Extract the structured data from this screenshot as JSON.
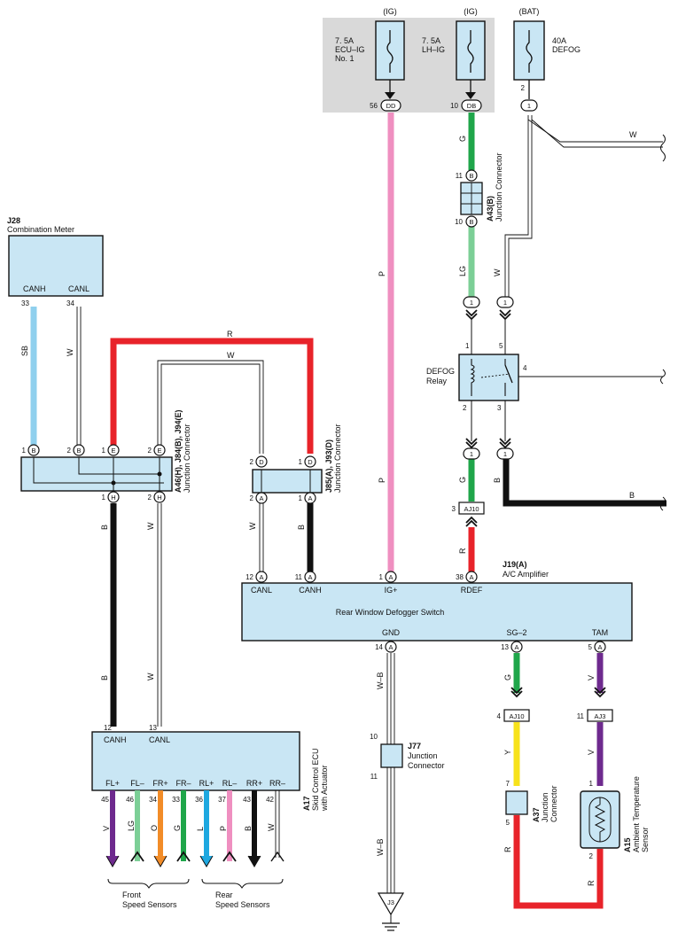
{
  "supply": {
    "ig1": "(IG)",
    "ig2": "(IG)",
    "bat": "(BAT)",
    "fuse1": [
      "7. 5A",
      "ECU–IG",
      "No. 1"
    ],
    "fuse2": [
      "7. 5A",
      "LH–IG"
    ],
    "fuse3": [
      "40A",
      "DEFOG"
    ],
    "pin_56": "56",
    "conn_dd": "DD",
    "pin_10": "10",
    "conn_db": "DB",
    "pin_2": "2",
    "conn_1": "1"
  },
  "combination_meter": {
    "code": "J28",
    "name": "Combination Meter",
    "canh": "CANH",
    "canl": "CANL",
    "pin_canh": "33",
    "pin_canl": "34"
  },
  "junction_a43": {
    "code": "A43(B)",
    "name": "Junction Connector",
    "pin_top": "11",
    "pin_bottom": "10",
    "letter": "B"
  },
  "defog_relay": {
    "name": [
      "DEFOG",
      "Relay"
    ],
    "pin1": "1",
    "pin2": "2",
    "pin3": "3",
    "pin4": "4",
    "pin5": "5"
  },
  "junction_a46": {
    "code": "A46(H), J84(B), J94(E)",
    "name": "Junction Connector",
    "top_pins": [
      {
        "n": "1",
        "c": "B"
      },
      {
        "n": "2",
        "c": "B"
      },
      {
        "n": "1",
        "c": "E"
      },
      {
        "n": "2",
        "c": "E"
      }
    ],
    "bottom_pins": [
      {
        "n": "1",
        "c": "H"
      },
      {
        "n": "2",
        "c": "H"
      }
    ]
  },
  "junction_j85": {
    "code": "J85(A), J93(D)",
    "name": "Junction Connector",
    "top_pins": [
      {
        "n": "2",
        "c": "D"
      },
      {
        "n": "1",
        "c": "D"
      }
    ],
    "bottom_pins": [
      {
        "n": "2",
        "c": "A"
      },
      {
        "n": "1",
        "c": "A"
      }
    ]
  },
  "ac_amplifier": {
    "code": "J19(A)",
    "name": "A/C Amplifier",
    "function": "Rear Window Defogger Switch",
    "top_terms": [
      {
        "label": "CANL",
        "pin": "12",
        "c": "A"
      },
      {
        "label": "CANH",
        "pin": "11",
        "c": "A"
      },
      {
        "label": "IG+",
        "pin": "1",
        "c": "A"
      },
      {
        "label": "RDEF",
        "pin": "38",
        "c": "A"
      }
    ],
    "bottom_terms": [
      {
        "label": "GND",
        "pin": "14",
        "c": "A"
      },
      {
        "label": "SG–2",
        "pin": "13",
        "c": "A"
      },
      {
        "label": "TAM",
        "pin": "5",
        "c": "A"
      }
    ]
  },
  "aj10": "AJ10",
  "aj10_pin_top": "3",
  "aj10_pin_bottom": "4",
  "aj3": "AJ3",
  "aj3_pin": "11",
  "skid_ecu": {
    "code": "A17",
    "name": [
      "Skid Control ECU",
      "with Actuator"
    ],
    "canh": "CANH",
    "canl": "CANL",
    "pin_canh": "12",
    "pin_canl": "13",
    "terminals": [
      {
        "label": "FL+",
        "pin": "45",
        "wire": "V"
      },
      {
        "label": "FL–",
        "pin": "46",
        "wire": "LG"
      },
      {
        "label": "FR+",
        "pin": "34",
        "wire": "O"
      },
      {
        "label": "FR–",
        "pin": "33",
        "wire": "G"
      },
      {
        "label": "RL+",
        "pin": "36",
        "wire": "L"
      },
      {
        "label": "RL–",
        "pin": "37",
        "wire": "P"
      },
      {
        "label": "RR+",
        "pin": "43",
        "wire": "B"
      },
      {
        "label": "RR–",
        "pin": "42",
        "wire": "W"
      }
    ],
    "front": [
      "Front",
      "Speed Sensors"
    ],
    "rear": [
      "Rear",
      "Speed Sensors"
    ]
  },
  "junction_j77": {
    "code": "J77",
    "name": [
      "Junction",
      "Connector"
    ],
    "pin_top": "10",
    "pin_bottom": "11"
  },
  "junction_a37": {
    "code": "A37",
    "name": [
      "Junction",
      "Connector"
    ],
    "pin_top": "7",
    "pin_bottom": "5"
  },
  "sensor_a15": {
    "code": "A15",
    "name": [
      "Ambient Temperature",
      "Sensor"
    ],
    "pin_top": "1",
    "pin_bottom": "2"
  },
  "ground": "J3",
  "wires": {
    "w_top": "W",
    "g_db": "G",
    "lg": "LG",
    "w_bat": "W",
    "p": "P",
    "p2": "P",
    "g_relay": "G",
    "b_relay": "B",
    "b_right": "B",
    "r_rdef": "R",
    "sb": "SB",
    "w_meter": "W",
    "r_top": "R",
    "w_mid": "W",
    "b_can": "B",
    "w_can": "W",
    "w_canl": "W",
    "b_canh": "B",
    "b_low": "B",
    "w_low": "W",
    "wb1": "W–B",
    "wb2": "W–B",
    "g_sg2": "G",
    "y": "Y",
    "r_a37": "R",
    "v_tam": "V",
    "v_a15": "V",
    "r_a15": "R"
  },
  "colors": {
    "red": "#e8232a",
    "pink": "#ef8fc0",
    "green": "#1fa64a",
    "light_green": "#7ccf96",
    "blue": "#8fd0ee",
    "black": "#111111",
    "yellow": "#f7e21b",
    "purple": "#6e2a8e",
    "orange": "#f28c28",
    "cyan_l": "#1ea8e0",
    "box": "#c9e6f4",
    "supply_bg": "#d9d9d9"
  }
}
